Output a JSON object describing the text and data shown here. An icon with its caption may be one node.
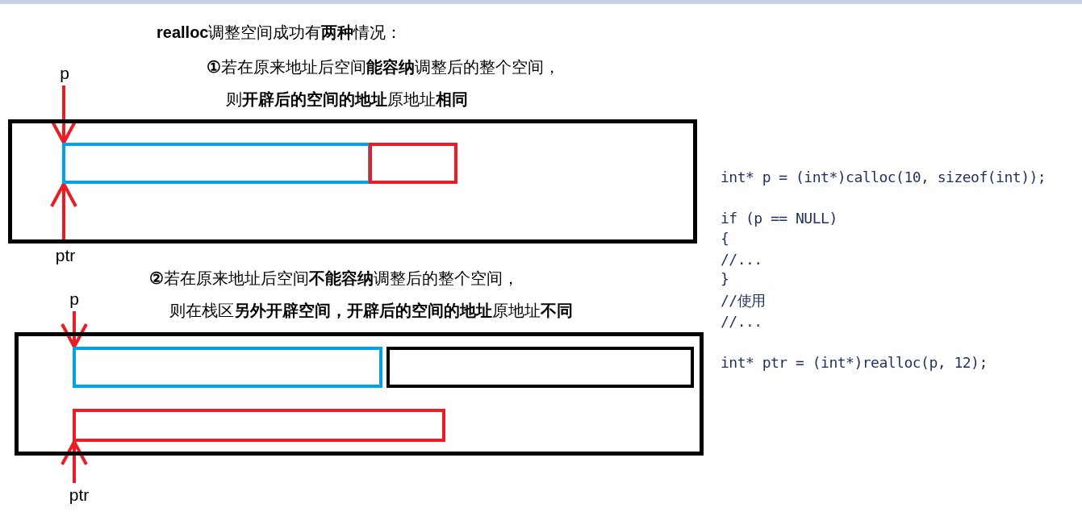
{
  "diagram": {
    "title": "**realloc**调整空间成功有**两种**情况：",
    "nodes": [
      {
        "text": [
          "p"
        ]
      },
      {
        "text": [
          "ptr"
        ]
      },
      {
        "text": [],
        "shape": "box"
      },
      {
        "text": [],
        "shape": "box",
        "in": 2
      },
      {
        "text": [],
        "shape": "box",
        "in": 2
      },
      {
        "text": [
          "p"
        ]
      },
      {
        "text": [
          "ptr"
        ]
      },
      {
        "text": [],
        "shape": "box"
      },
      {
        "text": [],
        "shape": "box",
        "in": 7
      },
      {
        "text": [],
        "shape": "box",
        "in": 7
      },
      {
        "text": [],
        "shape": "box",
        "in": 7
      }
    ],
    "edges": [
      {
        "from": 0,
        "to": 3,
        "arrow": "to"
      },
      {
        "from": 1,
        "to": 3,
        "arrow": "to"
      },
      {
        "from": 5,
        "to": 8,
        "arrow": "to"
      },
      {
        "from": 6,
        "to": 10,
        "arrow": "to"
      }
    ],
    "labels": [
      "**①**若在原来地址后空间**能容纳**调整后的整个空间，",
      "则**开辟后的空间的地址**原地址**相同**",
      "**②**若在原来地址后空间**不能容纳**调整后的整个空间，",
      "则在栈区**另外开辟空间，开辟后的空间的地址**原地址**不同**",
      "int* p = (int*)calloc(10, sizeof(int));",
      "if (p == NULL)",
      "{",
      "//...",
      "}",
      "//使用",
      "//...",
      "int* ptr = (int*)realloc(p, 12);"
    ]
  }
}
